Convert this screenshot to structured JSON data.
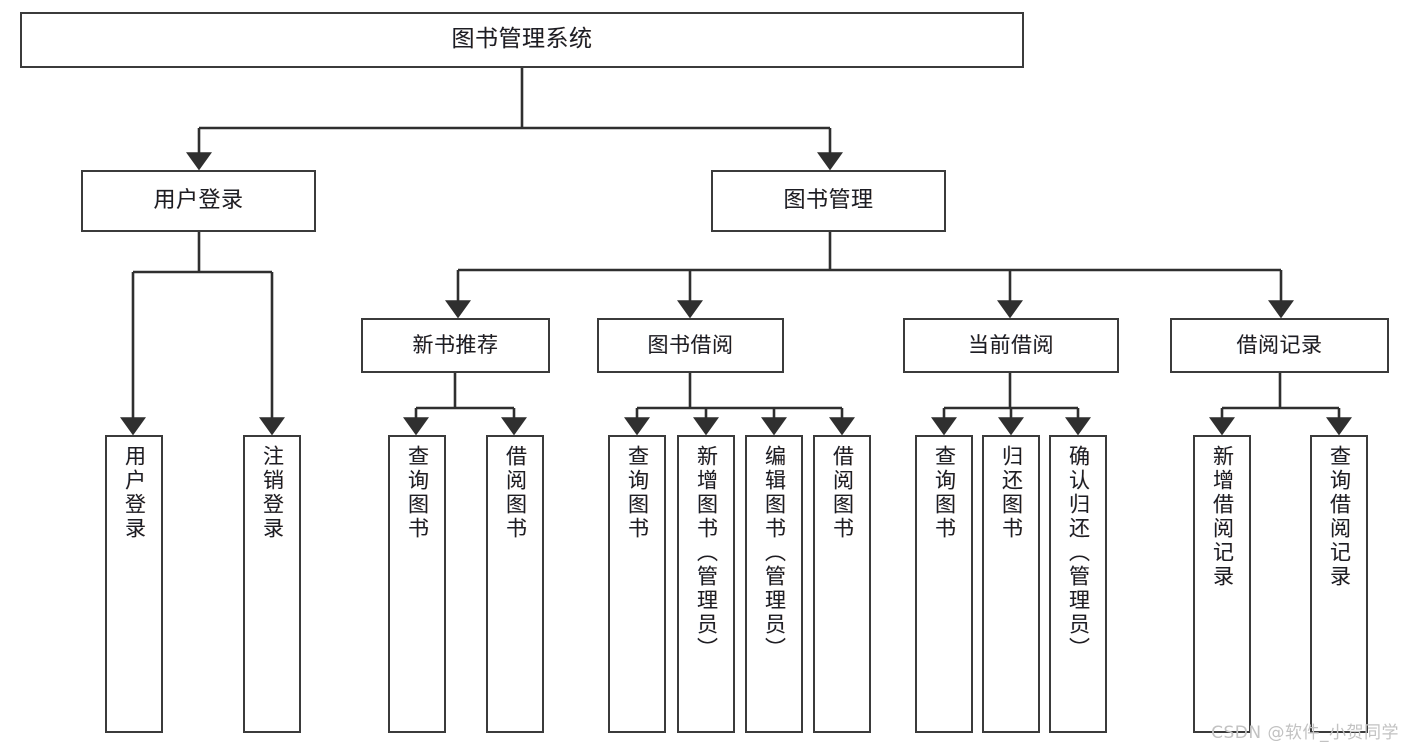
{
  "diagram": {
    "title": "图书管理系统",
    "type": "tree-hierarchy-chart",
    "orientation": "top-down",
    "colors": {
      "box_fill": "#ffffff",
      "box_border": "#3b3b3b",
      "text": "#1d1d23",
      "connector": "#2f2f2f",
      "background": "#ffffff",
      "watermark": "#c2c2c2"
    }
  },
  "watermark": {
    "text": "CSDN @软件_小贺同学"
  },
  "nodes": {
    "root": {
      "label": "图书管理系统"
    },
    "level2": [
      {
        "label": "用户登录"
      },
      {
        "label": "图书管理"
      }
    ],
    "level3": [
      {
        "label": "新书推荐"
      },
      {
        "label": "图书借阅"
      },
      {
        "label": "当前借阅"
      },
      {
        "label": "借阅记录"
      }
    ],
    "leaves": [
      {
        "label": "用户登录",
        "parent": "用户登录"
      },
      {
        "label": "注销登录",
        "parent": "用户登录"
      },
      {
        "label": "查询图书",
        "parent": "新书推荐"
      },
      {
        "label": "借阅图书",
        "parent": "新书推荐"
      },
      {
        "label": "查询图书",
        "parent": "图书借阅"
      },
      {
        "label": "新增图书（管理员）",
        "parent": "图书借阅"
      },
      {
        "label": "编辑图书（管理员）",
        "parent": "图书借阅"
      },
      {
        "label": "借阅图书",
        "parent": "图书借阅"
      },
      {
        "label": "查询图书",
        "parent": "当前借阅"
      },
      {
        "label": "归还图书",
        "parent": "当前借阅"
      },
      {
        "label": "确认归还（管理员）",
        "parent": "当前借阅"
      },
      {
        "label": "新增借阅记录",
        "parent": "借阅记录"
      },
      {
        "label": "查询借阅记录",
        "parent": "借阅记录"
      }
    ]
  }
}
